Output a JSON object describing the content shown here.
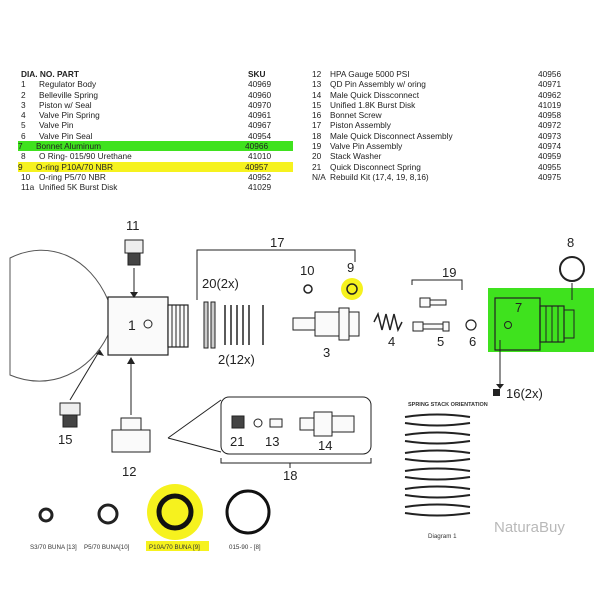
{
  "table": {
    "header_part": "DIA. NO. PART",
    "header_sku": "SKU",
    "left": [
      {
        "no": "1",
        "name": "Regulator Body",
        "sku": "40969"
      },
      {
        "no": "2",
        "name": "Belleville Spring",
        "sku": "40960"
      },
      {
        "no": "3",
        "name": "Piston w/ Seal",
        "sku": "40970"
      },
      {
        "no": "4",
        "name": "Valve Pin Spring",
        "sku": "40961"
      },
      {
        "no": "5",
        "name": "Valve Pin",
        "sku": "40967"
      },
      {
        "no": "6",
        "name": "Valve Pin Seal",
        "sku": "40954"
      },
      {
        "no": "7",
        "name": "Bonnet Aluminum",
        "sku": "40966"
      },
      {
        "no": "8",
        "name": "O Ring- 015/90 Urethane",
        "sku": "41010"
      },
      {
        "no": "9",
        "name": "O-ring P10A/70 NBR",
        "sku": "40957"
      },
      {
        "no": "10",
        "name": "O-ring P5/70 NBR",
        "sku": "40952"
      },
      {
        "no": "11a",
        "name": "Unified 5K Burst Disk",
        "sku": "41029"
      }
    ],
    "right": [
      {
        "no": "12",
        "name": "HPA Gauge 5000 PSI",
        "sku": "40956"
      },
      {
        "no": "13",
        "name": "QD Pin Assembly w/ oring",
        "sku": "40971"
      },
      {
        "no": "14",
        "name": "Male Quick Dissconnect",
        "sku": "40962"
      },
      {
        "no": "15",
        "name": "Unified 1.8K Burst Disk",
        "sku": "41019"
      },
      {
        "no": "16",
        "name": "Bonnet Screw",
        "sku": "40958"
      },
      {
        "no": "17",
        "name": "Piston Assembly",
        "sku": "40972"
      },
      {
        "no": "18",
        "name": "Male Quick Disconnect Assembly",
        "sku": "40973"
      },
      {
        "no": "19",
        "name": "Valve Pin Assembly",
        "sku": "40974"
      },
      {
        "no": "20",
        "name": "Stack Washer",
        "sku": "40959"
      },
      {
        "no": "21",
        "name": "Quick Disconnect Spring",
        "sku": "40955"
      },
      {
        "no": "N/A",
        "name": "Rebuild Kit (17,4, 19, 8,16)",
        "sku": "40975"
      }
    ]
  },
  "highlight_colors": {
    "green": "#3fe21e",
    "yellow": "#f6f21e"
  },
  "callouts": {
    "c1": "1",
    "c2": "2(12x)",
    "c3": "3",
    "c4": "4",
    "c5": "5",
    "c6": "6",
    "c7": "7",
    "c8": "8",
    "c9": "9",
    "c10": "10",
    "c11": "11",
    "c12": "12",
    "c13": "13",
    "c14": "14",
    "c15": "15",
    "c16": "16(2x)",
    "c17": "17",
    "c18": "18",
    "c19": "19",
    "c20": "20(2x)",
    "c21": "21"
  },
  "spring_stack": {
    "title": "SPRING STACK ORIENTATION",
    "caption": "Diagram 1"
  },
  "orings": [
    {
      "label": "S3/70 BUNA [13]"
    },
    {
      "label": "P5/70 BUNA[10]"
    },
    {
      "label": "P10A/70 BUNA [9]"
    },
    {
      "label": "015-90 - [8]"
    }
  ],
  "watermark": "NaturaBuy"
}
